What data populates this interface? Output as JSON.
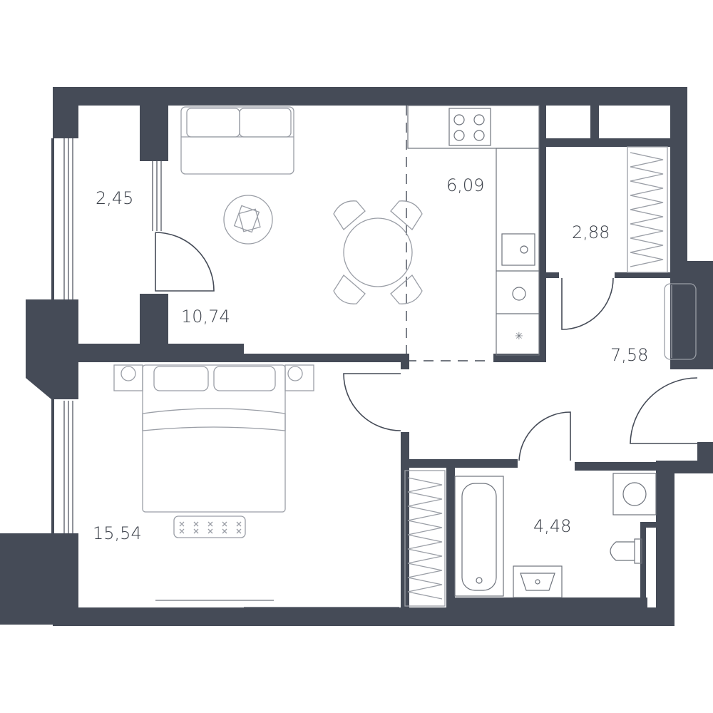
{
  "rooms": {
    "loggia_1": {
      "area": "2,45"
    },
    "living_room": {
      "area": "10,74"
    },
    "kitchen": {
      "area": "6,09"
    },
    "wardrobe": {
      "area": "2,88"
    },
    "hallway": {
      "area": "7,58"
    },
    "bedroom": {
      "area": "15,54"
    },
    "bathroom": {
      "area": "4,48"
    }
  },
  "colors": {
    "wall": "#454b57",
    "furniture_stroke": "#9a9ea6",
    "label": "#3a3f48",
    "background": "#ffffff"
  }
}
